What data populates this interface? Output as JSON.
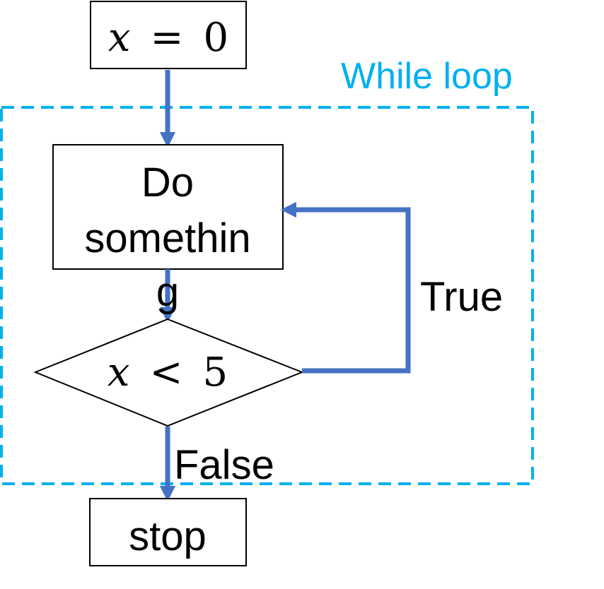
{
  "diagram": {
    "start_box": {
      "variable": "x",
      "operator": "=",
      "value": "0"
    },
    "loop_label": "While loop",
    "action_box": {
      "line1": "Do",
      "line2": "somethin",
      "overflow": "g"
    },
    "condition": {
      "variable": "x",
      "operator": "<",
      "value": "5"
    },
    "true_label": "True",
    "false_label": "False",
    "stop_label": "stop"
  },
  "colors": {
    "arrow": "#4472C4",
    "loop_frame": "#00B0F0",
    "loop_label": "#00B0F0",
    "box_stroke": "#000000",
    "text": "#000000"
  }
}
